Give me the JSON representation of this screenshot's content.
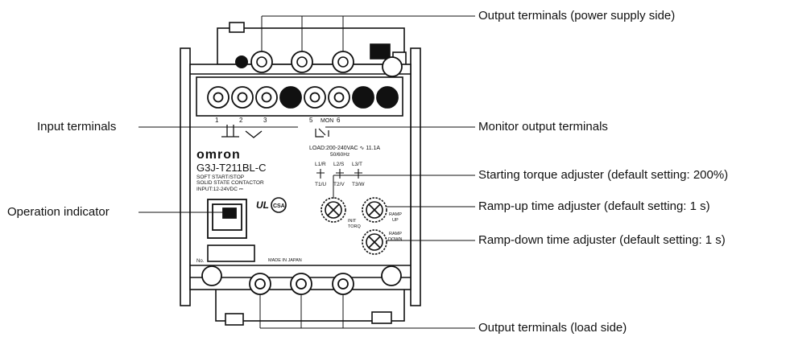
{
  "callouts": {
    "output_supply": "Output terminals (power supply side)",
    "input_terminals": "Input terminals",
    "monitor_output": "Monitor output terminals",
    "starting_torque": "Starting torque adjuster (default setting: 200%)",
    "operation_indicator": "Operation indicator",
    "ramp_up": "Ramp-up time adjuster (default setting: 1 s)",
    "ramp_down": "Ramp-down time adjuster (default setting: 1 s)",
    "output_load": "Output terminals (load side)"
  },
  "device": {
    "brand": "omron",
    "model": "G3J-T211BL-C",
    "desc_line1": "SOFT START/STOP",
    "desc_line2": "SOLID STATE CONTACTOR",
    "input_rating": "INPUT:12-24VDC ⎓",
    "load_rating": "LOAD:200-240VAC ∿  11.1A",
    "frequency": "50/60Hz",
    "made_in": "MADE IN JAPAN",
    "no_label": "No.",
    "mon_label": "MON",
    "input_nums": [
      "1",
      "2",
      "3"
    ],
    "mon_nums": [
      "5",
      "6"
    ],
    "phases_top": [
      "L1/R",
      "L2/S",
      "L3/T"
    ],
    "phases_bottom": [
      "T1/U",
      "T2/V",
      "T3/W"
    ],
    "init_torq": [
      "INIT",
      "TORQ"
    ],
    "ramp_up_label": [
      "RAMP",
      "UP"
    ],
    "ramp_down_label": [
      "RAMP",
      "DOWN"
    ],
    "cert_marks": [
      "UL",
      "CSA"
    ]
  }
}
